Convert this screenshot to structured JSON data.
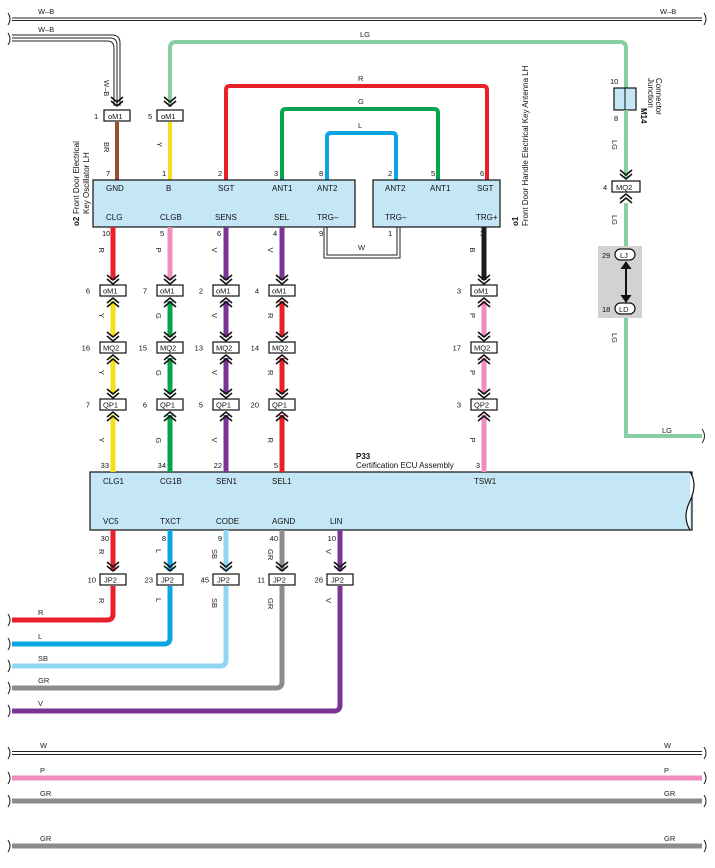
{
  "colors": {
    "R": "#e8202a",
    "G": "#07a34e",
    "L": "#0aa6e3",
    "LG": "#86cd9f",
    "BR": "#9a5030",
    "Y": "#f4df1a",
    "P": "#ef8bbd",
    "V": "#7a3594",
    "B": "#1c1c1c",
    "SB": "#8fd6f3",
    "GR": "#8c8c8c",
    "W": "#ffffff",
    "box": "#c4e6f5",
    "gray_box": "#d2d2d2"
  },
  "top_bus": {
    "wb1_left": "W–B",
    "wb1_right": "W–B",
    "wb2": "W–B",
    "lg": "LG"
  },
  "oscillator": {
    "label": "o2",
    "name_line1": "Front Door Electrical",
    "name_line2": "Key Oscillator LH",
    "top_pins": [
      {
        "label": "GND",
        "pin": "7",
        "wire": "BR",
        "conn": "oM1",
        "conn_pin": "1",
        "top_wire": "W–B"
      },
      {
        "label": "B",
        "pin": "1",
        "wire": "Y",
        "conn": "oM1",
        "conn_pin": "5"
      },
      {
        "label": "SGT",
        "pin": "2"
      },
      {
        "label": "ANT1",
        "pin": "3"
      },
      {
        "label": "ANT2",
        "pin": "8"
      }
    ],
    "bottom_pins": [
      {
        "label": "CLG",
        "pin": "10"
      },
      {
        "label": "CLGB",
        "pin": "5"
      },
      {
        "label": "SENS",
        "pin": "6"
      },
      {
        "label": "SEL",
        "pin": "4"
      },
      {
        "label": "TRG–",
        "pin": "9"
      }
    ]
  },
  "antenna": {
    "label": "o1",
    "name_line1": "Front Door Handle Electrical Key Antenna LH",
    "top_pins": [
      {
        "label": "ANT2",
        "pin": "2"
      },
      {
        "label": "ANT1",
        "pin": "5"
      },
      {
        "label": "SGT",
        "pin": "6"
      }
    ],
    "bottom_pins": [
      {
        "label": "TRG–",
        "pin": "1"
      },
      {
        "label": "TRG+",
        "pin": "3"
      }
    ]
  },
  "loop_wires": {
    "r": "R",
    "g": "G",
    "l": "L",
    "w": "W"
  },
  "columns": [
    {
      "w1": "R",
      "c1": "oM1",
      "p1": "6",
      "w2": "Y",
      "c2": "MQ2",
      "p2": "16",
      "w3": "Y",
      "c3": "QP1",
      "p3": "7",
      "w4": "Y",
      "ecu_pin": "33",
      "ecu_label": "CLG1"
    },
    {
      "w1": "P",
      "c1": "oM1",
      "p1": "7",
      "w2": "G",
      "c2": "MQ2",
      "p2": "15",
      "w3": "G",
      "c3": "QP1",
      "p3": "6",
      "w4": "G",
      "ecu_pin": "34",
      "ecu_label": "CG1B"
    },
    {
      "w1": "V",
      "c1": "oM1",
      "p1": "2",
      "w2": "V",
      "c2": "MQ2",
      "p2": "13",
      "w3": "V",
      "c3": "QP1",
      "p3": "5",
      "w4": "V",
      "ecu_pin": "22",
      "ecu_label": "SEN1"
    },
    {
      "w1": "V",
      "c1": "oM1",
      "p1": "4",
      "w2": "R",
      "c2": "MQ2",
      "p2": "14",
      "w3": "R",
      "c3": "QP1",
      "p3": "20",
      "w4": "R",
      "ecu_pin": "5",
      "ecu_label": "SEL1"
    },
    {
      "w1": "B",
      "c1": "oM1",
      "p1": "3",
      "w2": "P",
      "c2": "MQ2",
      "p2": "17",
      "w3": "P",
      "c3": "QP2",
      "p3": "3",
      "w4": "P",
      "ecu_pin": "3",
      "ecu_label": "TSW1"
    }
  ],
  "ecu": {
    "id": "P33",
    "name": "Certification ECU Assembly",
    "bottom_pins": [
      {
        "label": "VC5",
        "pin": "30",
        "conn": "JP2",
        "conn_pin": "10",
        "wire": "R"
      },
      {
        "label": "TXCT",
        "pin": "8",
        "conn": "JP2",
        "conn_pin": "23",
        "wire": "L"
      },
      {
        "label": "CODE",
        "pin": "9",
        "conn": "JP2",
        "conn_pin": "45",
        "wire": "SB"
      },
      {
        "label": "AGND",
        "pin": "40",
        "conn": "JP2",
        "conn_pin": "11",
        "wire": "GR"
      },
      {
        "label": "LIN",
        "pin": "10",
        "conn": "JP2",
        "conn_pin": "26",
        "wire": "V"
      }
    ]
  },
  "junction": {
    "id": "M14",
    "name_line1": "Junction",
    "name_line2": "Connector",
    "pin_top": "10",
    "pin_bottom": "8",
    "wire_a": "LG",
    "mq2_pin": "4",
    "mq2": "MQ2",
    "wire_b": "LG",
    "lj": "LJ",
    "lj_pin": "29",
    "ld": "LD",
    "ld_pin": "18",
    "wire_c": "LG",
    "wire_out": "LG"
  },
  "bottom_bus": [
    {
      "left": "W",
      "right": "W"
    },
    {
      "left": "P",
      "right": "P"
    },
    {
      "left": "GR",
      "right": "GR"
    },
    {
      "left": "GR",
      "right": "GR"
    }
  ]
}
